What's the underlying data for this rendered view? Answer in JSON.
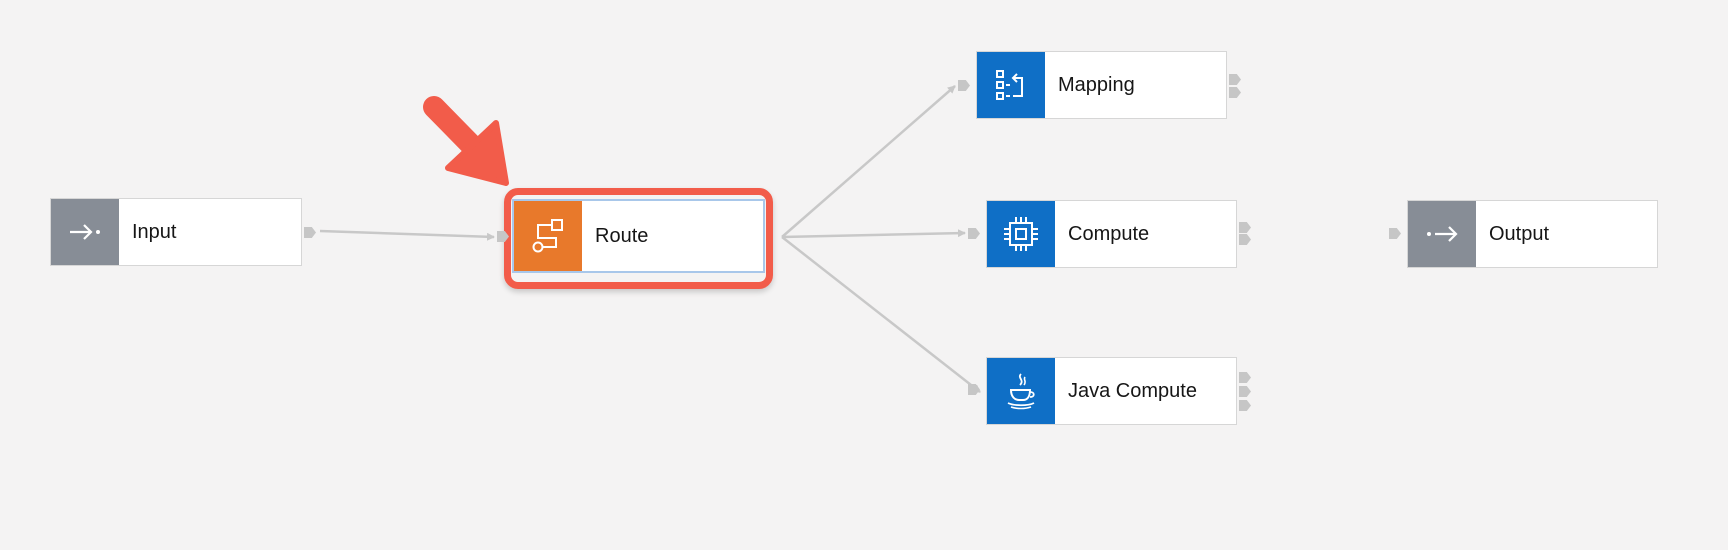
{
  "canvas": {
    "background": "#f4f3f3",
    "connector_color": "#c8c8c8",
    "highlight_color": "#f25c4a"
  },
  "nodes": {
    "input": {
      "label": "Input",
      "icon": "input-arrow-icon",
      "icon_color": "#878d96"
    },
    "route": {
      "label": "Route",
      "icon": "route-icon",
      "icon_color": "#e8792b",
      "selected": true
    },
    "mapping": {
      "label": "Mapping",
      "icon": "mapping-icon",
      "icon_color": "#0f6fc6"
    },
    "compute": {
      "label": "Compute",
      "icon": "cpu-chip-icon",
      "icon_color": "#0f6fc6"
    },
    "java_compute": {
      "label": "Java Compute",
      "icon": "java-cup-icon",
      "icon_color": "#0f6fc6"
    },
    "output": {
      "label": "Output",
      "icon": "output-arrow-icon",
      "icon_color": "#878d96"
    }
  },
  "connections": [
    {
      "from": "input",
      "to": "route"
    },
    {
      "from": "route",
      "to": "mapping"
    },
    {
      "from": "route",
      "to": "compute"
    },
    {
      "from": "route",
      "to": "java_compute"
    }
  ],
  "annotation": {
    "pointer": "red-arrow-pointer",
    "target": "route"
  }
}
